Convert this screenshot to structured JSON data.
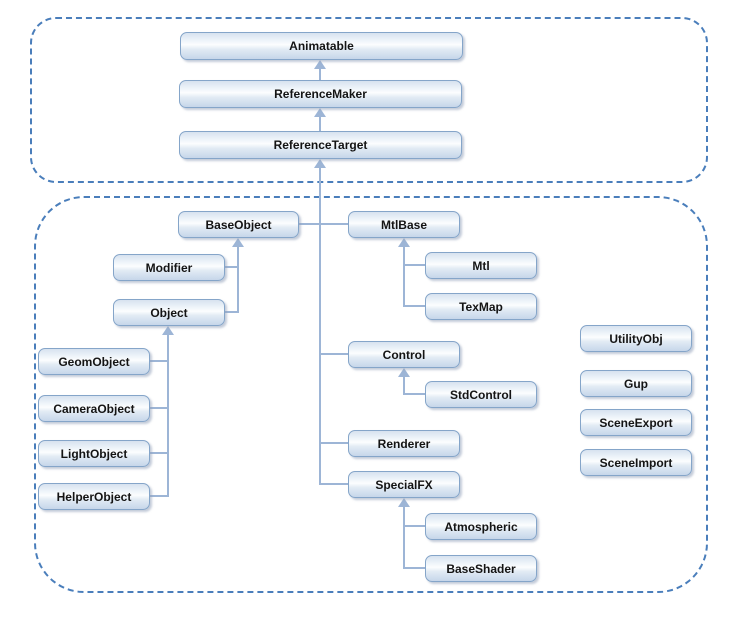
{
  "diagram_type": "class-hierarchy",
  "colors": {
    "container_dash_border": "#4a7ebb",
    "node_border": "#85a5c9",
    "node_fill_top": "#d7e2ef",
    "node_fill_mid": "#fcfdfe",
    "node_fill_bottom": "#c6d6ea",
    "connector": "#9db5d6",
    "label_text": "#141414",
    "background": "#ffffff"
  },
  "nodes": {
    "animatable": {
      "label": "Animatable"
    },
    "reference_maker": {
      "label": "ReferenceMaker"
    },
    "reference_target": {
      "label": "ReferenceTarget"
    },
    "base_object": {
      "label": "BaseObject"
    },
    "mtl_base": {
      "label": "MtlBase"
    },
    "mtl": {
      "label": "Mtl"
    },
    "tex_map": {
      "label": "TexMap"
    },
    "modifier": {
      "label": "Modifier"
    },
    "object": {
      "label": "Object"
    },
    "geom_object": {
      "label": "GeomObject"
    },
    "camera_object": {
      "label": "CameraObject"
    },
    "light_object": {
      "label": "LightObject"
    },
    "helper_object": {
      "label": "HelperObject"
    },
    "control": {
      "label": "Control"
    },
    "std_control": {
      "label": "StdControl"
    },
    "renderer": {
      "label": "Renderer"
    },
    "special_fx": {
      "label": "SpecialFX"
    },
    "atmospheric": {
      "label": "Atmospheric"
    },
    "base_shader": {
      "label": "BaseShader"
    },
    "utility_obj": {
      "label": "UtilityObj"
    },
    "gup": {
      "label": "Gup"
    },
    "scene_export": {
      "label": "SceneExport"
    },
    "scene_import": {
      "label": "SceneImport"
    }
  },
  "edges": [
    {
      "child": "ReferenceMaker",
      "parent": "Animatable"
    },
    {
      "child": "ReferenceTarget",
      "parent": "ReferenceMaker"
    },
    {
      "child": "BaseObject",
      "parent": "ReferenceTarget"
    },
    {
      "child": "MtlBase",
      "parent": "ReferenceTarget"
    },
    {
      "child": "Control",
      "parent": "ReferenceTarget"
    },
    {
      "child": "Renderer",
      "parent": "ReferenceTarget"
    },
    {
      "child": "SpecialFX",
      "parent": "ReferenceTarget"
    },
    {
      "child": "Modifier",
      "parent": "BaseObject"
    },
    {
      "child": "Object",
      "parent": "BaseObject"
    },
    {
      "child": "GeomObject",
      "parent": "Object"
    },
    {
      "child": "CameraObject",
      "parent": "Object"
    },
    {
      "child": "LightObject",
      "parent": "Object"
    },
    {
      "child": "HelperObject",
      "parent": "Object"
    },
    {
      "child": "Mtl",
      "parent": "MtlBase"
    },
    {
      "child": "TexMap",
      "parent": "MtlBase"
    },
    {
      "child": "StdControl",
      "parent": "Control"
    },
    {
      "child": "Atmospheric",
      "parent": "SpecialFX"
    },
    {
      "child": "BaseShader",
      "parent": "SpecialFX"
    }
  ],
  "standalone_nodes": [
    "UtilityObj",
    "Gup",
    "SceneExport",
    "SceneImport"
  ]
}
